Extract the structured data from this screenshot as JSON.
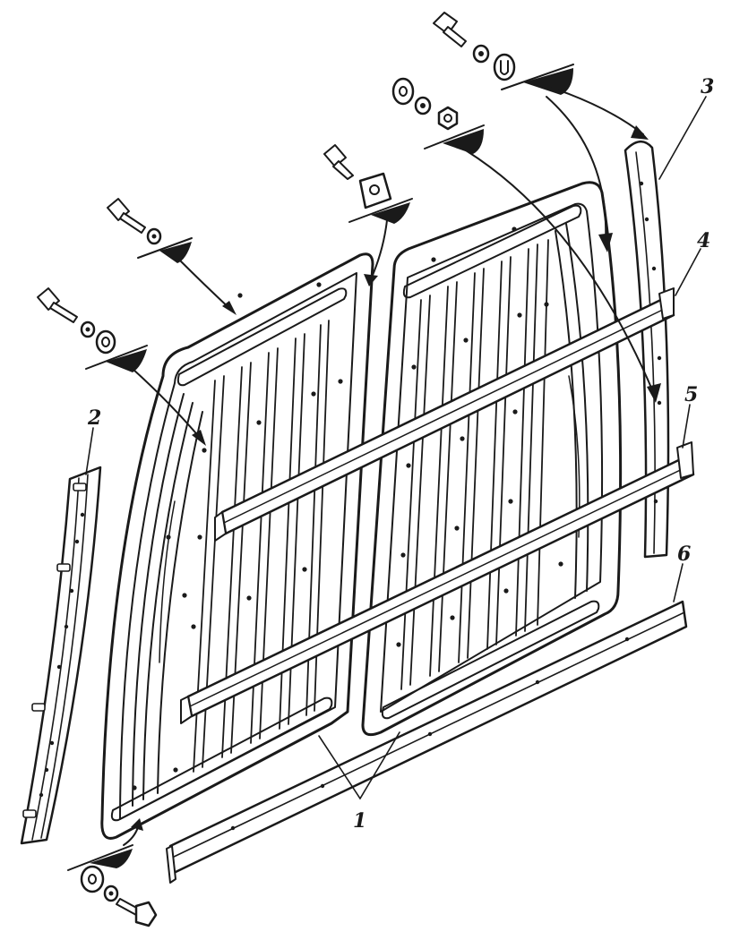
{
  "diagram": {
    "callouts": [
      {
        "id": "1",
        "label": "1"
      },
      {
        "id": "2",
        "label": "2"
      },
      {
        "id": "3",
        "label": "3"
      },
      {
        "id": "4",
        "label": "4"
      },
      {
        "id": "5",
        "label": "5"
      },
      {
        "id": "6",
        "label": "6"
      }
    ],
    "colors": {
      "ink": "#1a1a1a",
      "paper": "#ffffff"
    }
  }
}
